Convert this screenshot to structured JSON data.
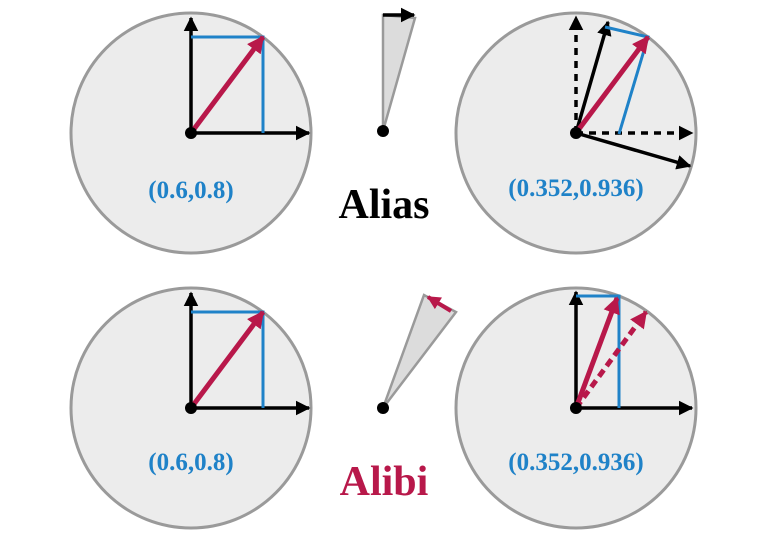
{
  "labels": {
    "alias": "Alias",
    "alibi": "Alibi",
    "top_left_coord": "(0.6,0.8)",
    "top_right_coord": "(0.352,0.936)",
    "bottom_left_coord": "(0.6,0.8)",
    "bottom_right_coord": "(0.352,0.936)"
  },
  "colors": {
    "vector": "#b8184a",
    "projection": "#1f82c8",
    "axis": "#000000",
    "circle_fill": "#ececec",
    "circle_stroke": "#9a9a9a",
    "alias_text": "#000000",
    "alibi_text": "#b8184a"
  }
}
